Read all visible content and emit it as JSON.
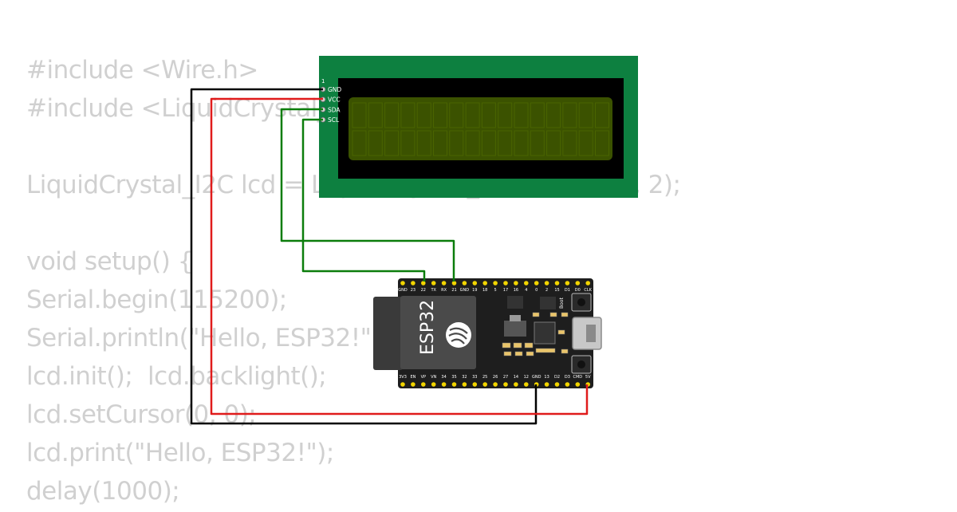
{
  "code_lines": [
    "#include <Wire.h>",
    "#include <LiquidCrystal_I2C.h>",
    "",
    "LiquidCrystal_I2C lcd = LiquidCrystal_I2C(0x27, 16, 2);",
    "",
    "void setup() {",
    "Serial.begin(115200);",
    "Serial.println(\"Hello, ESP32!\");",
    "lcd.init();  lcd.backlight();",
    "lcd.setCursor(0, 0);",
    "lcd.print(\"Hello, ESP32!\");",
    "delay(1000);"
  ],
  "lcd": {
    "pin_one": "1",
    "pins": [
      "GND",
      "VCC",
      "SDA",
      "SCL"
    ],
    "board_color": "#0d8040",
    "screen_color": "#3b5200"
  },
  "esp32": {
    "module_label": "ESP32",
    "top_pins": [
      "GND",
      "23",
      "22",
      "TX",
      "RX",
      "21",
      "GND",
      "19",
      "18",
      "5",
      "17",
      "16",
      "4",
      "0",
      "2",
      "15",
      "D1",
      "D0",
      "CLK"
    ],
    "bottom_pins": [
      "3V3",
      "EN",
      "VP",
      "VN",
      "34",
      "35",
      "32",
      "33",
      "25",
      "26",
      "27",
      "14",
      "12",
      "GND",
      "13",
      "D2",
      "D3",
      "CMD",
      "5V"
    ],
    "button_label": "Boot",
    "board_color": "#1e1e1e"
  },
  "wires": {
    "gnd_color": "#000000",
    "vcc_color": "#e01b1b",
    "signal_color": "#0b7d0b"
  }
}
